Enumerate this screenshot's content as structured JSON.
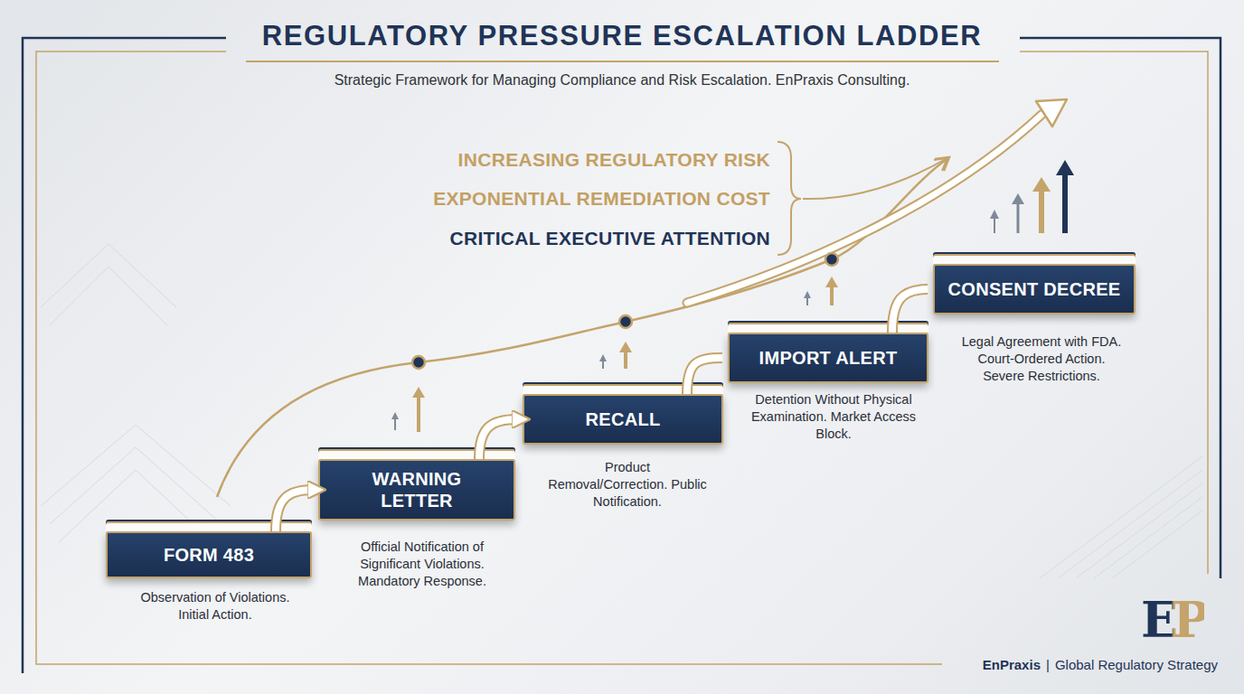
{
  "diagram": {
    "title": "REGULATORY PRESSURE ESCALATION LADDER",
    "caption": "Strategic Framework for Managing Compliance and Risk Escalation. EnPraxis Consulting.",
    "nodes": [
      {
        "text": [
          "FORM 483",
          "Observation of Violations. Initial Action."
        ]
      },
      {
        "text": [
          "WARNING LETTER",
          "Official Notification of Significant Violations. Mandatory Response."
        ]
      },
      {
        "text": [
          "RECALL",
          "Product Removal/Correction. Public Notification."
        ]
      },
      {
        "text": [
          "IMPORT ALERT",
          "Detention Without Physical Examination. Market Access Block."
        ]
      },
      {
        "text": [
          "CONSENT DECREE",
          "Legal Agreement with FDA. Court-Ordered Action. Severe Restrictions."
        ]
      }
    ],
    "edges": [
      {
        "from": 0,
        "to": 1,
        "arrow": "to"
      },
      {
        "from": 1,
        "to": 2,
        "arrow": "to"
      },
      {
        "from": 2,
        "to": 3,
        "arrow": "none"
      },
      {
        "from": 3,
        "to": 4,
        "arrow": "none"
      }
    ],
    "labels": [
      "INCREASING REGULATORY RISK",
      "EXPONENTIAL REMEDIATION COST",
      "CRITICAL EXECUTIVE ATTENTION",
      "EP",
      "EnPraxis",
      "|",
      "Global Regulatory Strategy"
    ]
  }
}
